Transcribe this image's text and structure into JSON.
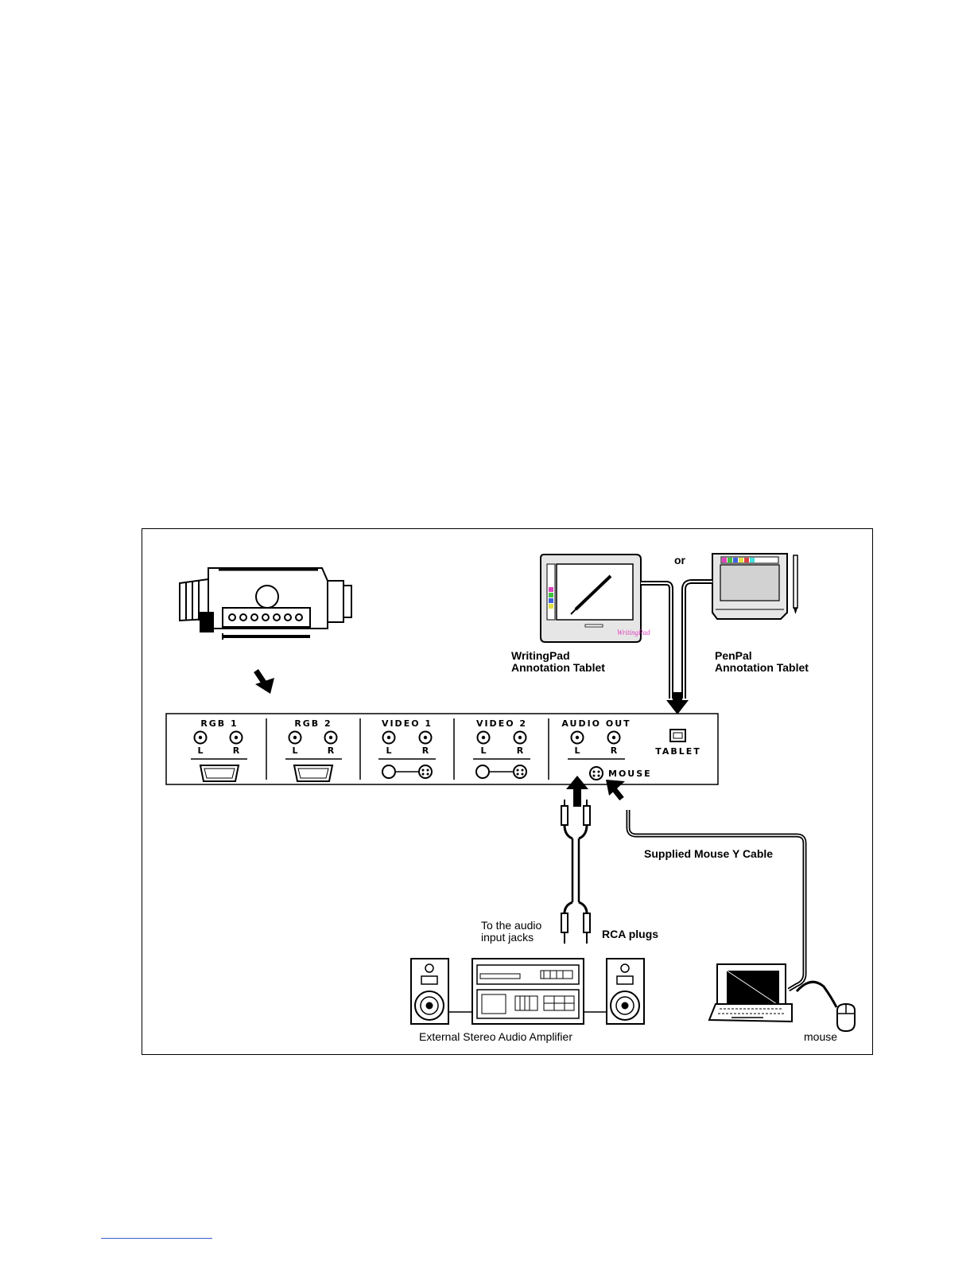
{
  "panel": {
    "sections": [
      {
        "name": "RGB 1",
        "left": "L",
        "right": "R",
        "connector": "d-sub"
      },
      {
        "name": "RGB 2",
        "left": "L",
        "right": "R",
        "connector": "d-sub"
      },
      {
        "name": "VIDEO 1",
        "left": "L",
        "right": "R",
        "connector": "video"
      },
      {
        "name": "VIDEO 2",
        "left": "L",
        "right": "R",
        "connector": "video"
      },
      {
        "name": "AUDIO OUT",
        "left": "L",
        "right": "R",
        "connector": "audio"
      }
    ],
    "mouse_label": "MOUSE",
    "tablet_label": "TABLET"
  },
  "labels": {
    "or": "or",
    "writingpad_line1": "WritingPad",
    "writingpad_line2": "Annotation Tablet",
    "penpal_line1": "PenPal",
    "penpal_line2": "Annotation Tablet",
    "mouse_cable": "Supplied Mouse Y Cable",
    "audio_jacks_line1": "To the audio",
    "audio_jacks_line2": "input jacks",
    "rca": "RCA plugs",
    "amplifier": "External Stereo Audio Amplifier",
    "mouse": "mouse"
  },
  "colors": {
    "ink": "#000000",
    "tablet_body": "#e6e6e6",
    "tablet_screen": "#d2d2d2",
    "footer_rule": "#3a5fd0"
  }
}
